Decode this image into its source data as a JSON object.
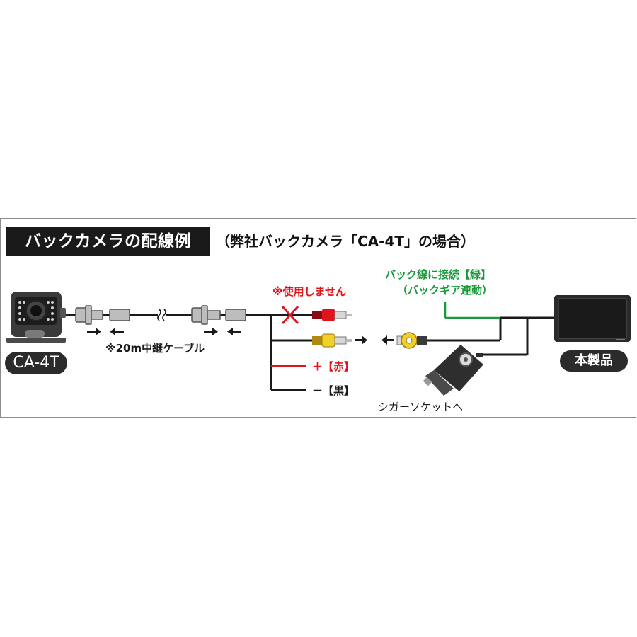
{
  "title": "バックカメラの配線例",
  "subtitle": "（弊社バックカメラ「CA-4T」の場合）",
  "camera": {
    "label": "CA-4T"
  },
  "cable": {
    "label": "※20m中継ケーブル"
  },
  "not_used": {
    "label": "※使用しません"
  },
  "back_line": {
    "line1": "バック線に接続【緑】",
    "line2": "（バックギア連動）"
  },
  "power": {
    "plus_label": "＋【赤】",
    "minus_label": "－【黒】"
  },
  "cigar": {
    "label": "シガーソケットへ"
  },
  "monitor": {
    "label": "本製品"
  },
  "colors": {
    "red": "#e0141c",
    "green": "#1a9a3c",
    "yellow": "#f2d02a",
    "dark": "#1a1a1a"
  }
}
